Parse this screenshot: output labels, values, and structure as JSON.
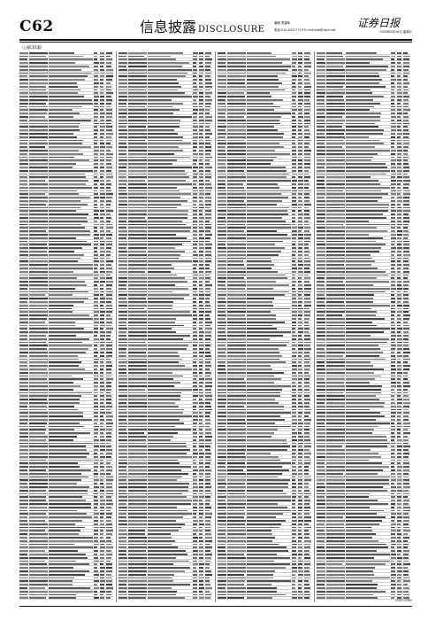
{
  "masthead": {
    "page_number": "C62",
    "section_title_cn": "信息披露",
    "section_title_en": "DISCLOSURE",
    "editor_line": "编辑 贾碧晖",
    "contact_line": "电话:010-63327719 E-mail:zqb@zqrb.net",
    "logo_text": "证券日报",
    "issue_date": "2020年4月18日 星期六"
  },
  "table_caption": "（上接C61版）",
  "page_code": "CN01-0062"
}
